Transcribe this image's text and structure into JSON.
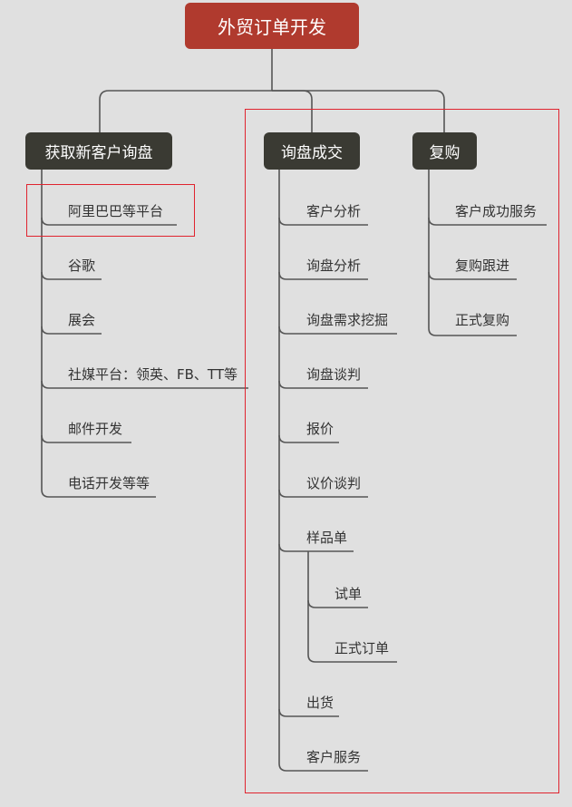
{
  "root": {
    "label": "外贸订单开发"
  },
  "branches": [
    {
      "label": "获取新客户询盘",
      "children": [
        "阿里巴巴等平台",
        "谷歌",
        "展会",
        "社媒平台：领英、FB、TT等",
        "邮件开发",
        "电话开发等等"
      ]
    },
    {
      "label": "询盘成交",
      "children": [
        "客户分析",
        "询盘分析",
        "询盘需求挖掘",
        "询盘谈判",
        "报价",
        "议价谈判",
        "样品单",
        "出货",
        "客户服务"
      ],
      "sample_children": [
        "试单",
        "正式订单"
      ]
    },
    {
      "label": "复购",
      "children": [
        "客户成功服务",
        "复购跟进",
        "正式复购"
      ]
    }
  ],
  "colors": {
    "root": "#b03a2e",
    "branch": "#3a3a33",
    "connector": "#555555",
    "highlight": "#e0242f",
    "background": "#e0e0e0"
  }
}
